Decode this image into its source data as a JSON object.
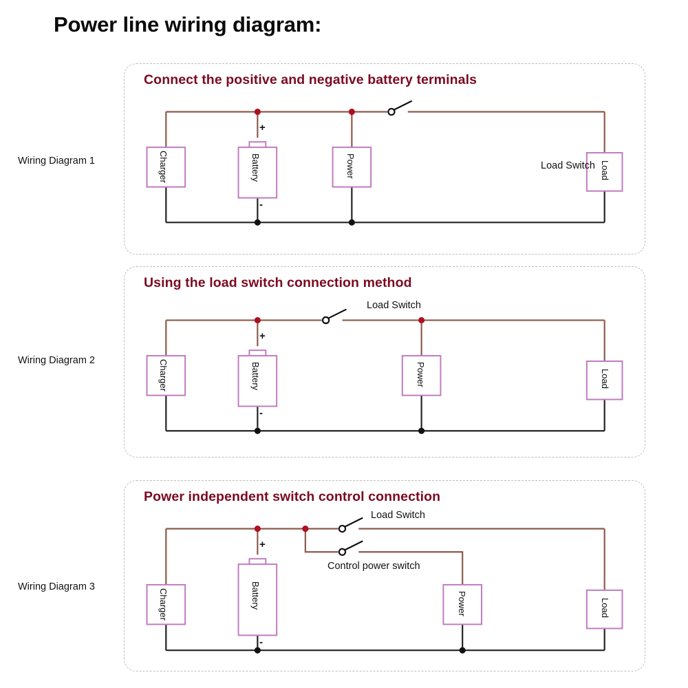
{
  "page": {
    "title": "Power line wiring diagram:",
    "background": "#ffffff",
    "heading_color": "#7b0a22",
    "wire_positive_color": "#8b5a4a",
    "wire_negative_color": "#222222",
    "junction_positive_color": "#b01020",
    "junction_negative_color": "#111111",
    "component_border_color": "#c07bc0",
    "panel_border_color": "#bdbdbd"
  },
  "row_labels": [
    {
      "text": "Wiring Diagram 1"
    },
    {
      "text": "Wiring Diagram 2"
    },
    {
      "text": "Wiring Diagram 3"
    }
  ],
  "panels": [
    {
      "id": "panel-1",
      "heading": "Connect the positive and negative battery terminals",
      "components": [
        {
          "name": "charger",
          "label": "Charger"
        },
        {
          "name": "battery",
          "label": "Battery",
          "plus": "+",
          "minus": "-"
        },
        {
          "name": "power",
          "label": "Power"
        },
        {
          "name": "load",
          "label": "Load"
        }
      ],
      "switches": [
        {
          "name": "load-switch",
          "label": "Load Switch"
        }
      ]
    },
    {
      "id": "panel-2",
      "heading": "Using the load switch connection method",
      "components": [
        {
          "name": "charger",
          "label": "Charger"
        },
        {
          "name": "battery",
          "label": "Battery",
          "plus": "+",
          "minus": "-"
        },
        {
          "name": "power",
          "label": "Power"
        },
        {
          "name": "load",
          "label": "Load"
        }
      ],
      "switches": [
        {
          "name": "load-switch",
          "label": "Load Switch"
        }
      ]
    },
    {
      "id": "panel-3",
      "heading": "Power independent switch control connection",
      "components": [
        {
          "name": "charger",
          "label": "Charger"
        },
        {
          "name": "battery",
          "label": "Battery",
          "plus": "+",
          "minus": "-"
        },
        {
          "name": "power",
          "label": "Power"
        },
        {
          "name": "load",
          "label": "Load"
        }
      ],
      "switches": [
        {
          "name": "load-switch",
          "label": "Load Switch"
        },
        {
          "name": "control-power-switch",
          "label": "Control power switch"
        }
      ]
    }
  ]
}
